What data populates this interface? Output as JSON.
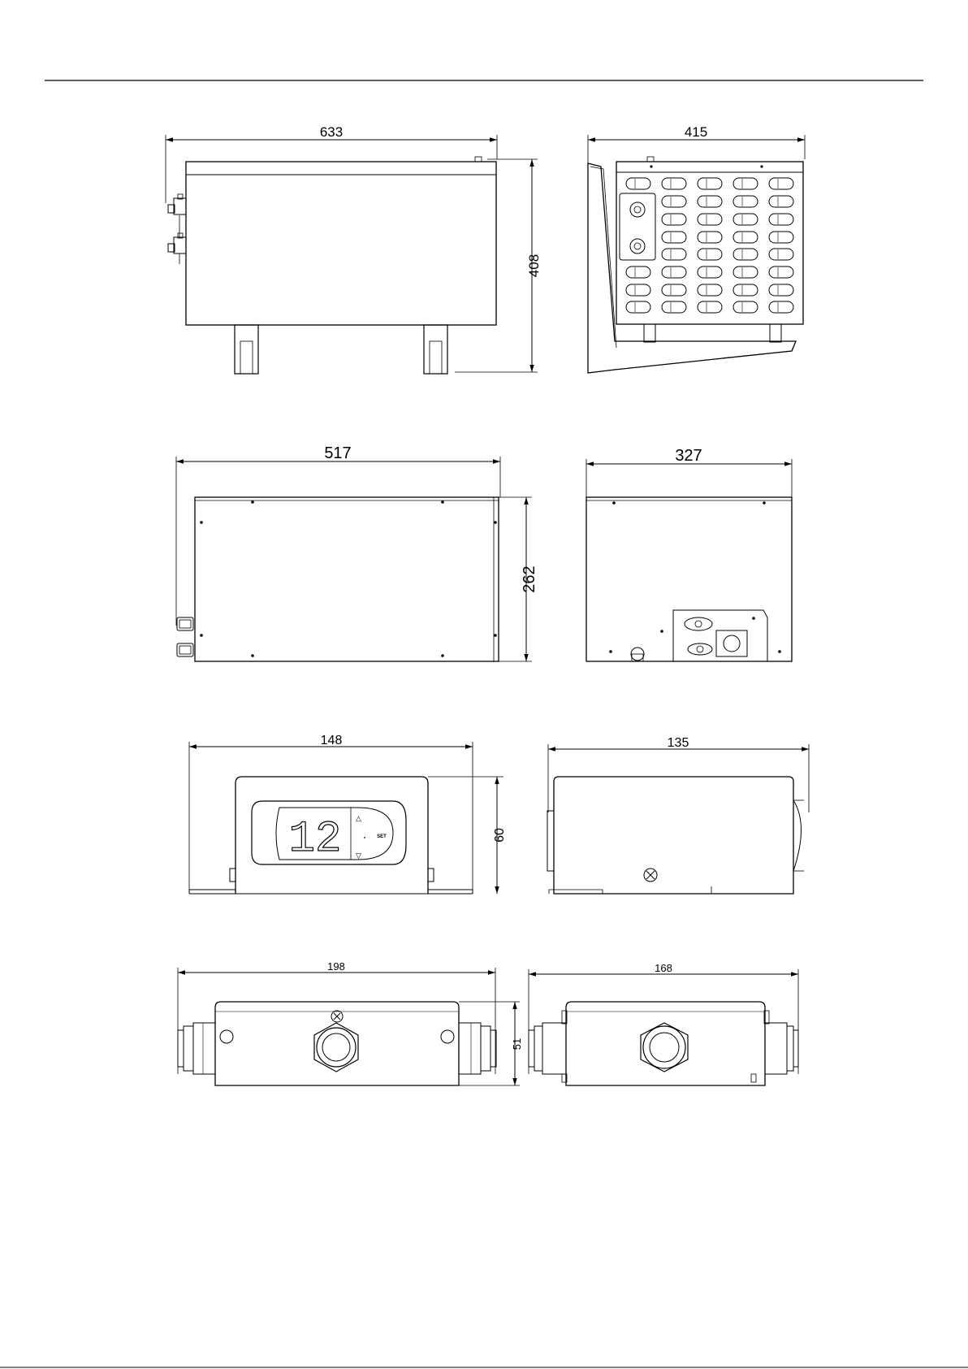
{
  "dimensions": {
    "unit1_width": "633",
    "unit1_depth": "415",
    "unit1_height": "408",
    "unit2_width": "517",
    "unit2_depth": "327",
    "unit2_height": "262",
    "controller_width": "148",
    "controller_depth": "135",
    "controller_height": "60",
    "valve_width": "198",
    "valve_depth": "168",
    "valve_height": "51"
  },
  "display": {
    "digits": "12",
    "set_label": "SET",
    "up_arrow": "△",
    "down_arrow": "▽"
  },
  "colors": {
    "line": "#000000",
    "background": "#ffffff"
  }
}
